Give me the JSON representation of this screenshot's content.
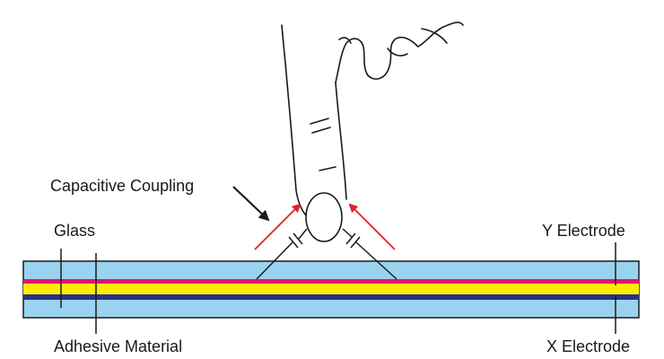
{
  "labels": {
    "capacitive_coupling": "Capacitive Coupling",
    "glass": "Glass",
    "adhesive_material": "Adhesive Material",
    "y_electrode": "Y Electrode",
    "x_electrode": "X Electrode"
  },
  "colors": {
    "glass": "#9ad3ef",
    "adhesive": "#fcec00",
    "y_electrode": "#e8106e",
    "x_electrode": "#2a2f8c",
    "outline": "#1a1a1a",
    "arrow_red": "#e4202a",
    "arrow_black": "#1a1a1a"
  }
}
